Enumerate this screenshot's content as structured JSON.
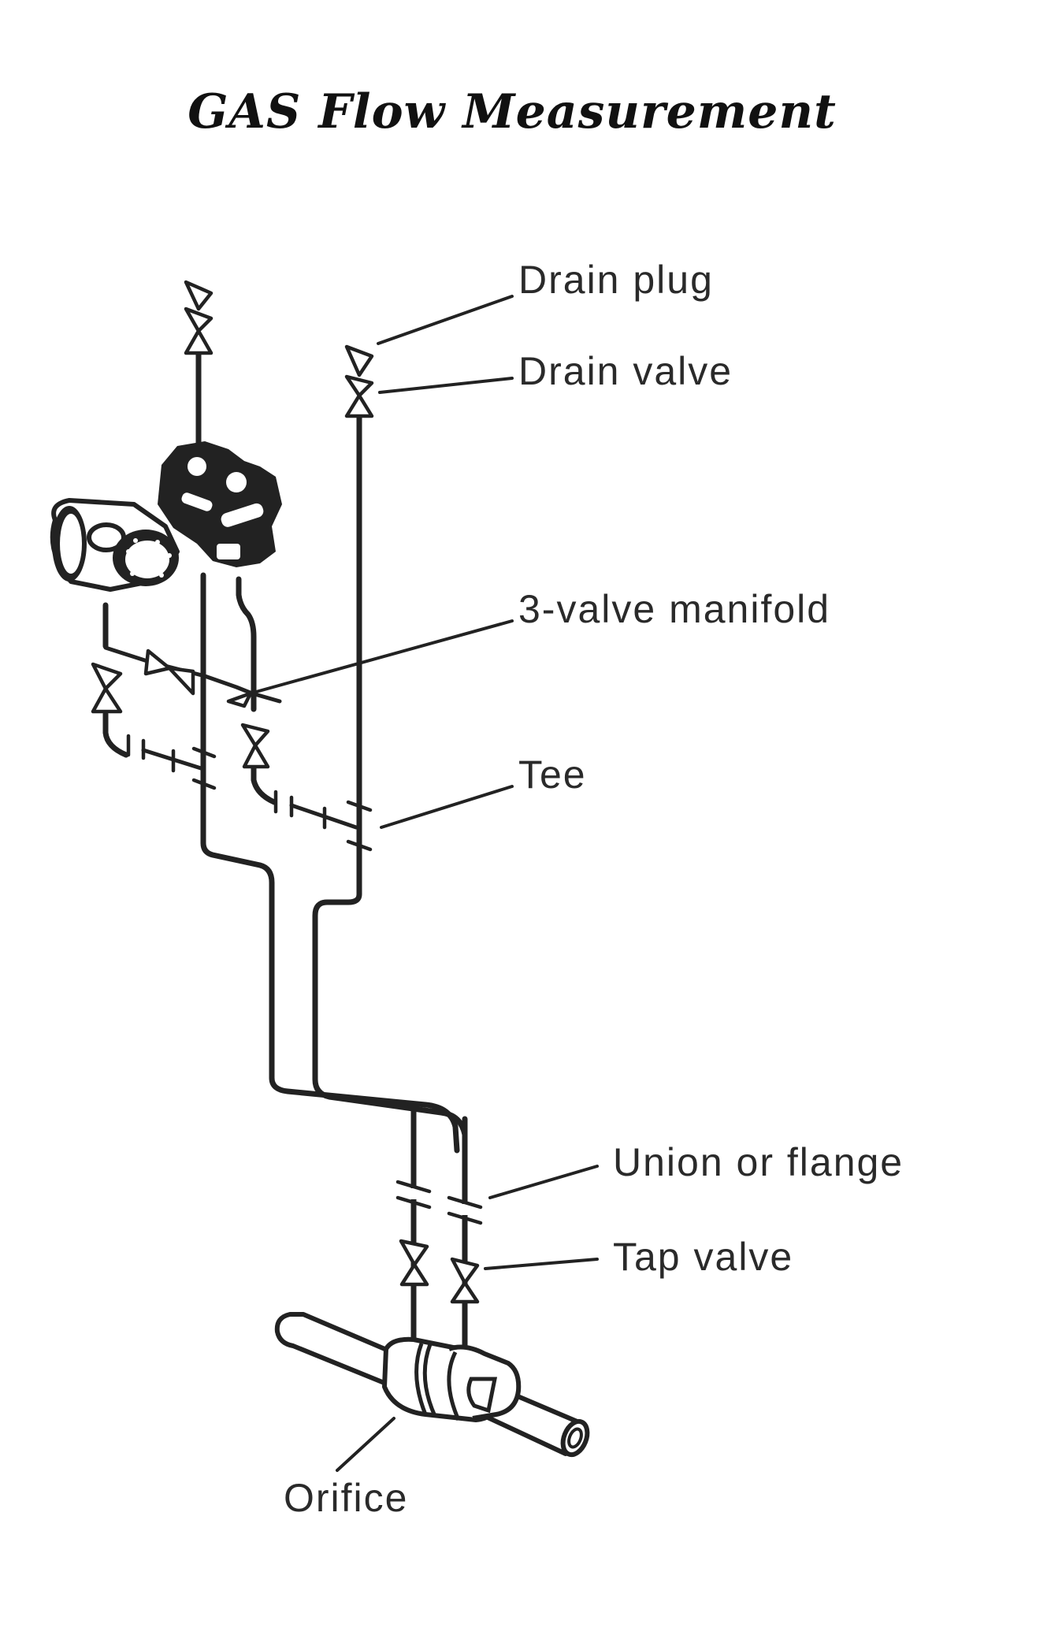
{
  "title": "GAS Flow Measurement",
  "labels": {
    "drain_plug": "Drain plug",
    "drain_valve": "Drain valve",
    "three_valve_manifold": "3-valve manifold",
    "tee": "Tee",
    "union_or_flange": "Union or flange",
    "tap_valve": "Tap valve",
    "orifice": "Orifice"
  },
  "components": [
    {
      "name": "vent-valve-assembly",
      "icon": "valve-icon"
    },
    {
      "name": "differential-pressure-transmitter",
      "icon": "transmitter-icon"
    },
    {
      "name": "three-valve-manifold",
      "icon": "valve-icon"
    },
    {
      "name": "drain-plug",
      "icon": "plug-icon"
    },
    {
      "name": "drain-valve",
      "icon": "valve-icon"
    },
    {
      "name": "tee-fitting",
      "icon": "tee-icon"
    },
    {
      "name": "impulse-lines",
      "icon": "pipe-icon"
    },
    {
      "name": "union-or-flange",
      "icon": "flange-icon"
    },
    {
      "name": "tap-valve",
      "icon": "valve-icon"
    },
    {
      "name": "orifice-plate",
      "icon": "orifice-icon"
    }
  ],
  "colors": {
    "ink": "#222222",
    "paper": "#ffffff"
  }
}
